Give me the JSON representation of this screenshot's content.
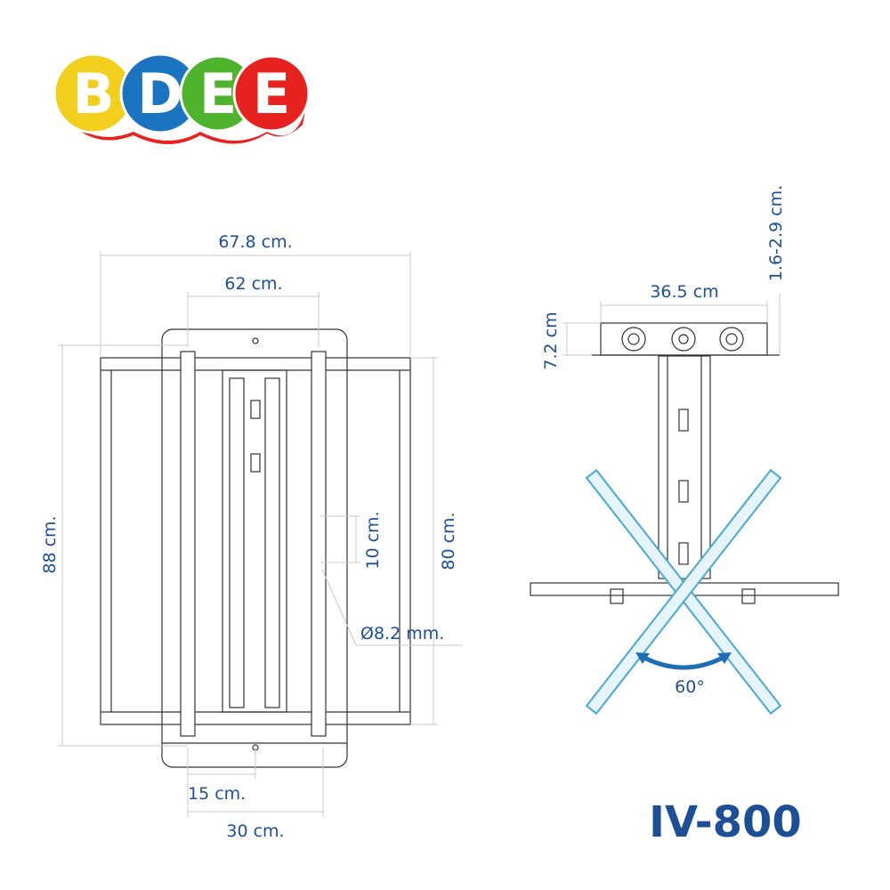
{
  "logo": {
    "text": "BDEE",
    "letters": [
      "B",
      "D",
      "E",
      "E"
    ],
    "colors": [
      "#f2cf1c",
      "#1b74c2",
      "#4db42b",
      "#e8221f"
    ],
    "shadow_color": "#e8221f"
  },
  "front_view": {
    "overall_width": "67.8 cm.",
    "bracket_spacing": "62 cm.",
    "overall_height": "88 cm.",
    "inner_height": "80 cm.",
    "hole_pitch": "10 cm.",
    "hole_diameter": "Ø8.2 mm.",
    "bottom_spacing_small": "15 cm.",
    "bottom_spacing_large": "30 cm."
  },
  "side_view": {
    "plate_width": "36.5 cm",
    "plate_height": "7.2 cm",
    "thickness": "1.6-2.9 cm.",
    "rotation": "60°"
  },
  "model": "IV-800",
  "colors": {
    "text": "#1d4f97",
    "arm": "#4aa7d8"
  }
}
